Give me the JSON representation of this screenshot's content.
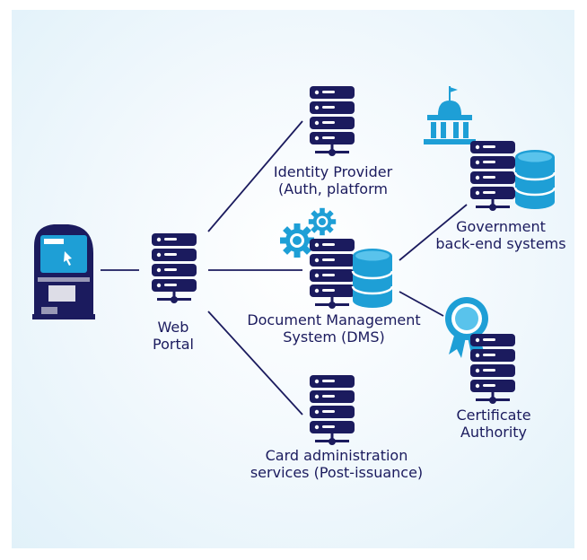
{
  "nodes": {
    "identity_provider": {
      "line1": "Identity Provider",
      "line2": "(Auth, platform"
    },
    "web_portal": {
      "line1": "Web",
      "line2": "Portal"
    },
    "dms": {
      "line1": "Document Management",
      "line2": "System (DMS)"
    },
    "government": {
      "line1": "Government",
      "line2": "back-end systems"
    },
    "certificate_authority": {
      "line1": "Certificate",
      "line2": "Authority"
    },
    "card_admin": {
      "line1": "Card administration",
      "line2": "services (Post-issuance)"
    }
  },
  "colors": {
    "navy": "#1b1b5e",
    "cyan": "#1e9fd6",
    "background": "#e6f3fa"
  },
  "icons": [
    "kiosk-icon",
    "server-icon",
    "gears-icon",
    "database-icon",
    "government-building-icon",
    "certificate-badge-icon"
  ]
}
